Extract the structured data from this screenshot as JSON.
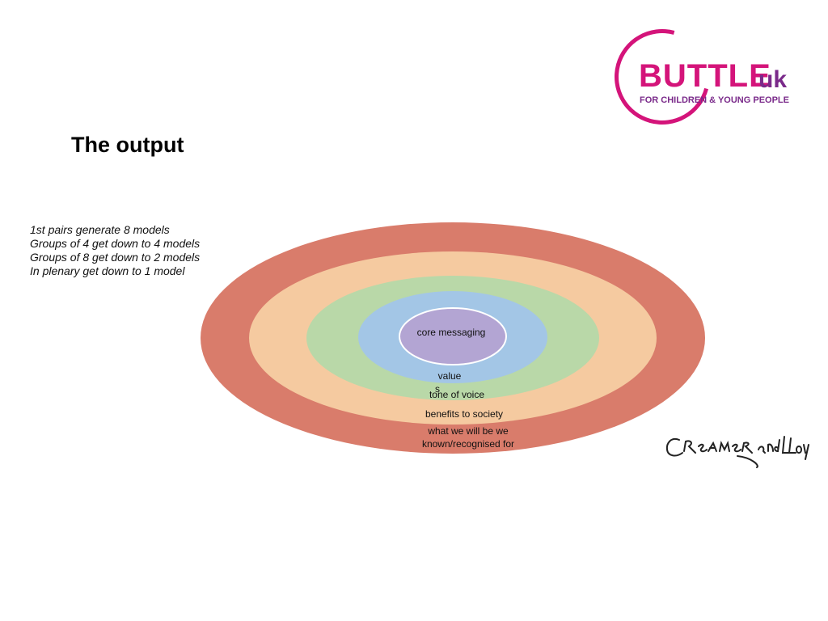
{
  "logo": {
    "word": "BUTTLE",
    "suffix": "uk",
    "tagline": "FOR CHILDREN & YOUNG PEOPLE",
    "brand_color": "#d4147a",
    "secondary_color": "#7a2a8a"
  },
  "title": "The output",
  "steps": [
    "1st pairs generate 8 models",
    "Groups of 4 get down to 4 models",
    "Groups of 8 get down to 2 models",
    "In plenary get down to 1 model"
  ],
  "rings": [
    {
      "label": "what we will be we",
      "label2": "known/recognised for",
      "color": "#d97c6b"
    },
    {
      "label": "benefits to society",
      "color": "#f5caa0"
    },
    {
      "label": "tone of voice",
      "color": "#b9d8a8"
    },
    {
      "label": "value",
      "label2": "s",
      "color": "#a3c6e6"
    },
    {
      "label": "core messaging",
      "color": "#b3a5d3"
    }
  ],
  "signature": "Creamer and Lloyd"
}
